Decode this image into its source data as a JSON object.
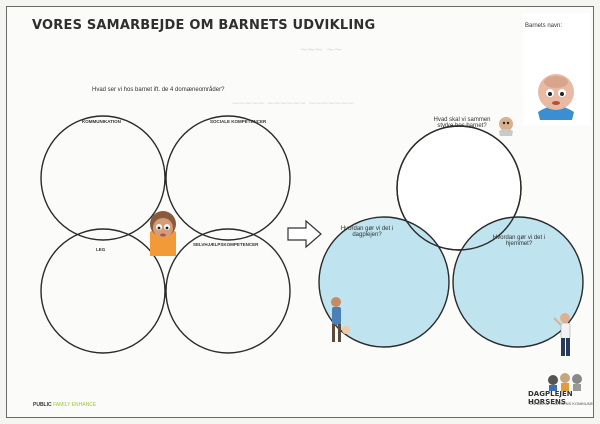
{
  "title": "VORES SAMARBEJDE OM BARNETS UDVIKLING",
  "child_name_label": "Barnets navn:",
  "question_left": "Hvad ser vi hos barnet ift. de 4 domæneområder?",
  "domains": [
    "KOMMUNIKATION",
    "SOCIALE KOMPETENCER",
    "LEG",
    "SELVHJÆLPSKOMPETENCER"
  ],
  "question_top": "Hvad skal vi sammen styrke hos barnet?",
  "question_daycare": "Hvordan gør vi det i dagplejen?",
  "question_home": "Hvordan gør vi det i hjemmet?",
  "footer_left": "PUBLIC",
  "footer_left_green": "FAMILY ENHANCE",
  "brand": "DAGPLEJEN HORSENS",
  "brand_sub": "EN DEL AF HORSENS KOMMUNE",
  "colors": {
    "circle_fill_blue": "#bfe3ef",
    "line": "#2a2a2a",
    "title": "#2f2f2f"
  },
  "icons": [
    "arrow-right-icon",
    "child-avatar-icon",
    "adult-figure-icon",
    "parent-figure-icon"
  ]
}
